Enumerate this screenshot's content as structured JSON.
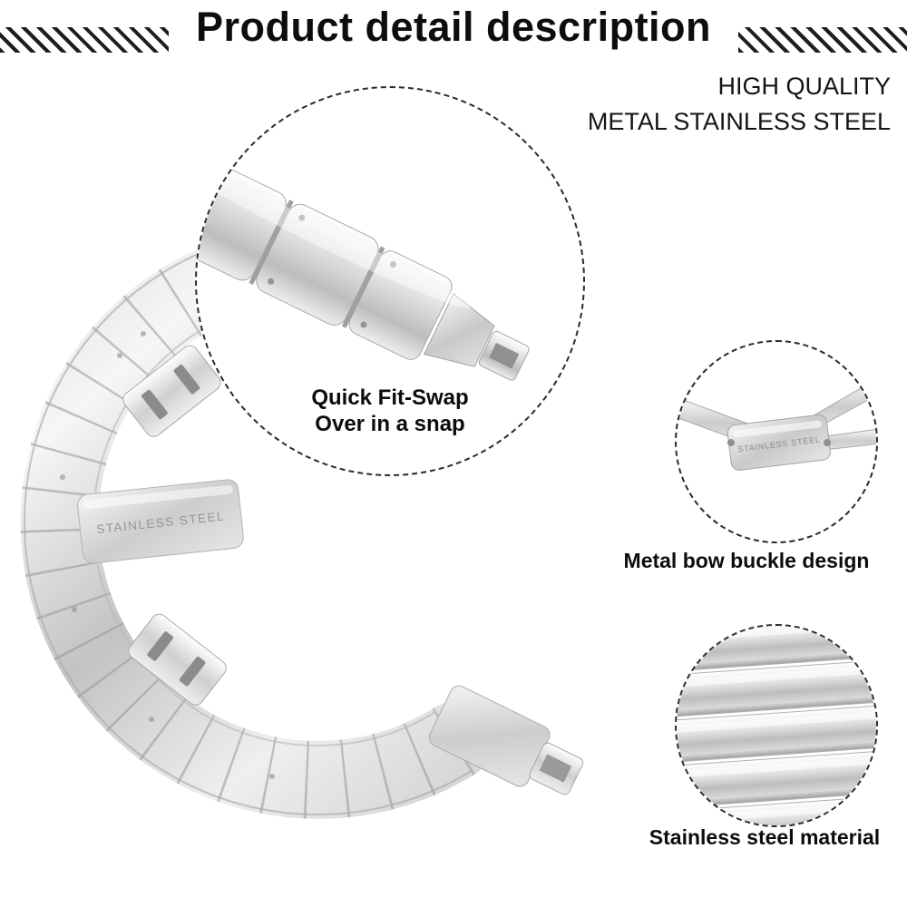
{
  "header": {
    "title": "Product detail description"
  },
  "quality_claim": {
    "line1": "HIGH QUALITY",
    "line2": "METAL STAINLESS STEEL"
  },
  "product": {
    "clasp_engraving": "STAINLESS STEEL",
    "buckle_engraving": "STAINLESS STEEL"
  },
  "callouts": {
    "quick_fit": {
      "line1": "Quick Fit-Swap",
      "line2": "Over in a snap"
    },
    "buckle": {
      "label": "Metal bow buckle design"
    },
    "material": {
      "label": "Stainless steel material"
    }
  },
  "colors": {
    "stripe_black": "#1f1f1f",
    "text_black": "#0d0d0d",
    "dashed_circle": "#2b2b2b",
    "metal_light": "#f6f6f6",
    "metal_mid": "#c9c9c9",
    "metal_dark": "#9e9e9e"
  }
}
